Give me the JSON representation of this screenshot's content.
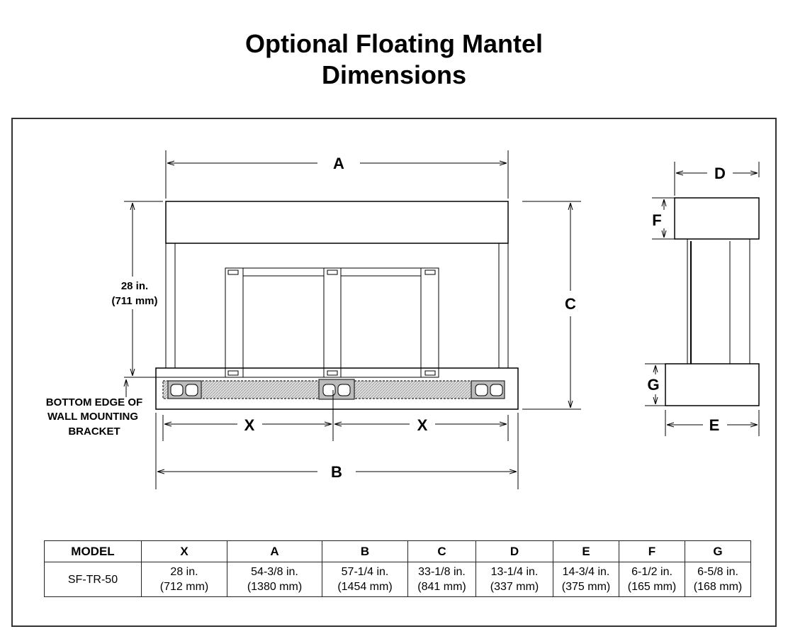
{
  "title": {
    "line1": "Optional Floating Mantel",
    "line2": "Dimensions"
  },
  "diagram": {
    "labels": {
      "A": "A",
      "B": "B",
      "C": "C",
      "D": "D",
      "E": "E",
      "F": "F",
      "G": "G",
      "X1": "X",
      "X2": "X"
    },
    "height_dim": {
      "in": "28 in.",
      "mm": "(711 mm)"
    },
    "bracket_note": [
      "BOTTOM EDGE OF",
      "WALL MOUNTING",
      "BRACKET"
    ]
  },
  "table": {
    "headers": [
      "MODEL",
      "X",
      "A",
      "B",
      "C",
      "D",
      "E",
      "F",
      "G"
    ],
    "rows": [
      {
        "model": "SF-TR-50",
        "cells": [
          [
            "28 in.",
            "(712 mm)"
          ],
          [
            "54-3/8 in.",
            "(1380 mm)"
          ],
          [
            "57-1/4 in.",
            "(1454 mm)"
          ],
          [
            "33-1/8 in.",
            "(841 mm)"
          ],
          [
            "13-1/4 in.",
            "(337 mm)"
          ],
          [
            "14-3/4 in.",
            "(375 mm)"
          ],
          [
            "6-1/2 in.",
            "(165 mm)"
          ],
          [
            "6-5/8 in.",
            "(168 mm)"
          ]
        ]
      }
    ]
  }
}
